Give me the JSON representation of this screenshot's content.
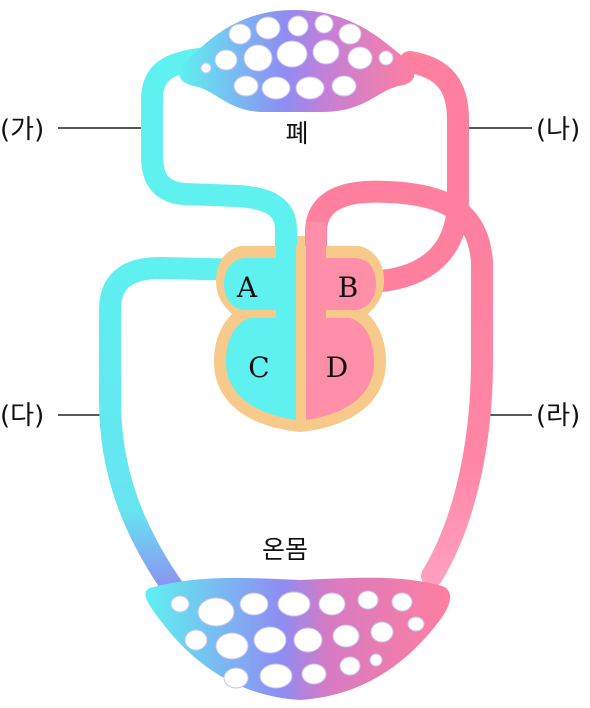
{
  "organs": {
    "lung": "폐",
    "body": "온몸"
  },
  "vessels": {
    "ga": "(가)",
    "na": "(나)",
    "da": "(다)",
    "ra": "(라)"
  },
  "chambers": {
    "a": "A",
    "b": "B",
    "c": "C",
    "d": "D"
  },
  "colors": {
    "deoxygenated": "#5ff0f0",
    "oxygenated": "#ff7f9e",
    "mixed": "#9a8cf0",
    "heart_wall": "#f7c98a"
  }
}
